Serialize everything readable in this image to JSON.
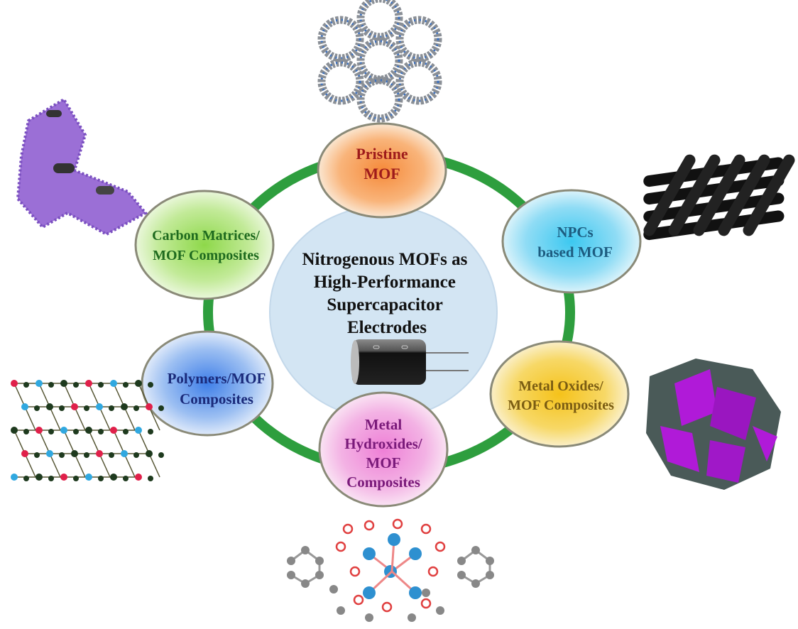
{
  "center": {
    "lines": [
      "Nitrogenous MOFs as",
      "High-Performance",
      "Supercapacitor",
      "Electrodes"
    ],
    "icon": "capacitor-icon"
  },
  "nodes": [
    {
      "id": "pristine",
      "lines": [
        "Pristine",
        "MOF"
      ],
      "fill": "#f58a3a",
      "text_color": "#9e1b1b"
    },
    {
      "id": "npcs",
      "lines": [
        "NPCs",
        "based MOF"
      ],
      "fill": "#3cc8f0",
      "text_color": "#1d5c80"
    },
    {
      "id": "metal-oxides",
      "lines": [
        "Metal Oxides/",
        "MOF Composites"
      ],
      "fill": "#f5c21a",
      "text_color": "#7a5c12"
    },
    {
      "id": "metal-hydroxides",
      "lines": [
        "Metal",
        "Hydroxides/",
        "MOF",
        "Composites"
      ],
      "fill": "#ee7fd6",
      "text_color": "#7a1a7a"
    },
    {
      "id": "polymers",
      "lines": [
        "Polymers/MOF",
        "Composites"
      ],
      "fill": "#3f7fe8",
      "text_color": "#1a2a7a"
    },
    {
      "id": "carbon",
      "lines": [
        "Carbon Matrices/",
        "MOF Composites"
      ],
      "fill": "#8ed84a",
      "text_color": "#1e6a1e"
    }
  ],
  "ring_color": "#2e9e3e",
  "images": [
    "honeycomb-mof-structure",
    "purple-mof-crystal",
    "black-woven-carbon",
    "green-network-polymer",
    "purple-polyhedra-oxide",
    "ball-stick-hydroxide-cluster"
  ]
}
